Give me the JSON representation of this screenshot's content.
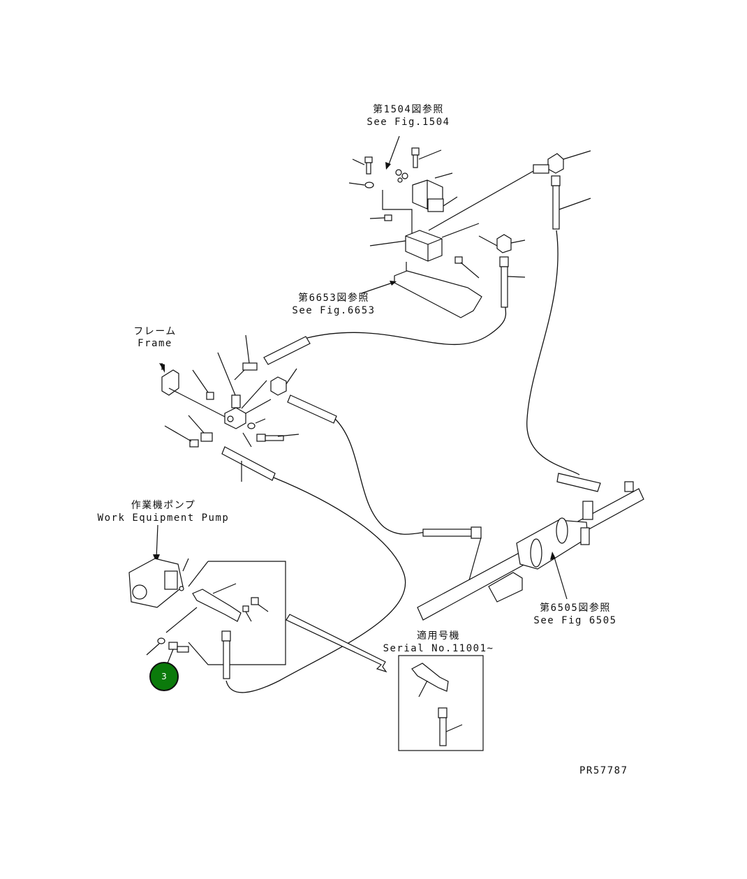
{
  "labels": {
    "fig1504_jp": "第1504図参照",
    "fig1504_en": "See Fig.1504",
    "fig6653_jp": "第6653図参照",
    "fig6653_en": "See Fig.6653",
    "frame_jp": "フレーム",
    "frame_en": "Frame",
    "pump_jp": "作業機ポンプ",
    "pump_en": "Work Equipment Pump",
    "fig6505_jp": "第6505図参照",
    "fig6505_en": "See Fig 6505",
    "serial_jp": "適用号機",
    "serial_en": "Serial No.11001~",
    "drawing_id": "PR57787"
  },
  "callout": {
    "number": "3",
    "color": "#0b7a0b"
  }
}
